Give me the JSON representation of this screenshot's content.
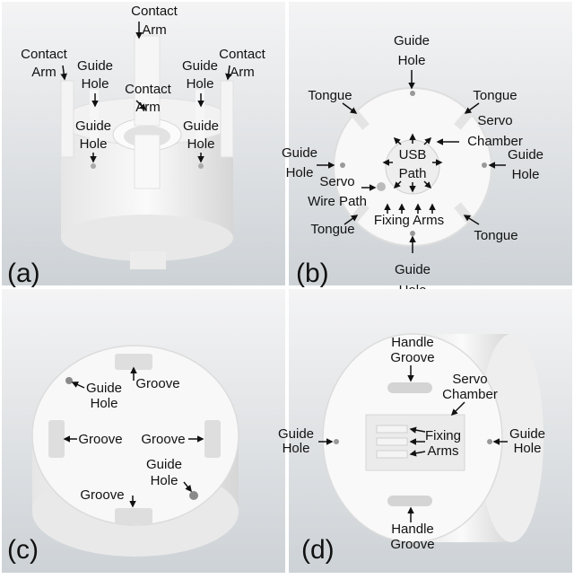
{
  "panels": [
    {
      "id": "a",
      "label": "(a)",
      "callouts": [
        {
          "lines": [
            "Contact",
            "Arm"
          ]
        },
        {
          "lines": [
            "Contact",
            "Arm"
          ]
        },
        {
          "lines": [
            "Contact",
            "Arm"
          ]
        },
        {
          "lines": [
            "Contact",
            "Arm"
          ]
        },
        {
          "lines": [
            "Guide",
            "Hole"
          ]
        },
        {
          "lines": [
            "Guide",
            "Hole"
          ]
        },
        {
          "lines": [
            "Guide",
            "Hole"
          ]
        },
        {
          "lines": [
            "Guide",
            "Hole"
          ]
        }
      ]
    },
    {
      "id": "b",
      "label": "(b)",
      "callouts": [
        {
          "lines": [
            "Guide",
            "Hole"
          ]
        },
        {
          "lines": [
            "Tongue"
          ]
        },
        {
          "lines": [
            "Tongue"
          ]
        },
        {
          "lines": [
            "Servo",
            "Chamber"
          ]
        },
        {
          "lines": [
            "USB",
            "Path"
          ]
        },
        {
          "lines": [
            "Guide",
            "Hole"
          ]
        },
        {
          "lines": [
            "Guide",
            "Hole"
          ]
        },
        {
          "lines": [
            "Servo",
            "Wire Path"
          ]
        },
        {
          "lines": [
            "Fixing Arms"
          ]
        },
        {
          "lines": [
            "Tongue"
          ]
        },
        {
          "lines": [
            "Tongue"
          ]
        },
        {
          "lines": [
            "Guide",
            "Hole"
          ]
        }
      ]
    },
    {
      "id": "c",
      "label": "(c)",
      "callouts": [
        {
          "lines": [
            "Groove"
          ]
        },
        {
          "lines": [
            "Guide",
            "Hole"
          ]
        },
        {
          "lines": [
            "Groove"
          ]
        },
        {
          "lines": [
            "Groove"
          ]
        },
        {
          "lines": [
            "Guide",
            "Hole"
          ]
        },
        {
          "lines": [
            "Groove"
          ]
        }
      ]
    },
    {
      "id": "d",
      "label": "(d)",
      "callouts": [
        {
          "lines": [
            "Handle",
            "Groove"
          ]
        },
        {
          "lines": [
            "Servo",
            "Chamber"
          ]
        },
        {
          "lines": [
            "Guide",
            "Hole"
          ]
        },
        {
          "lines": [
            "Fixing",
            "Arms"
          ]
        },
        {
          "lines": [
            "Guide",
            "Hole"
          ]
        },
        {
          "lines": [
            "Handle",
            "Groove"
          ]
        }
      ]
    }
  ],
  "colors": {
    "panel_bg_top": "#f4f4f5",
    "panel_bg_bottom": "#cdd2d6",
    "part": "#f7f7f7",
    "part_shade": "#dcdcdc",
    "text": "#111111"
  }
}
